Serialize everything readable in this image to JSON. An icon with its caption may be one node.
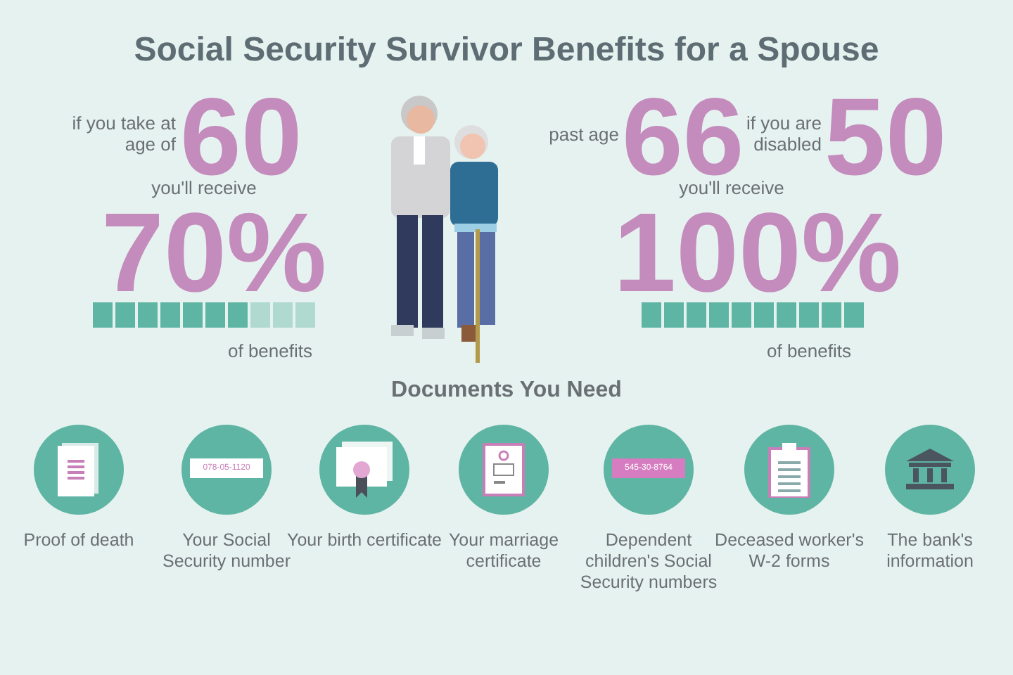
{
  "diagram": {
    "title": "Social Security Survivor Benefits for a Spouse",
    "nodes": [
      {
        "text": [
          "Proof of death"
        ]
      },
      {
        "text": [
          "078-05-1120",
          "Your Social Security number"
        ]
      },
      {
        "text": [
          "Your birth certificate"
        ]
      },
      {
        "text": [
          "Your marriage certificate"
        ]
      },
      {
        "text": [
          "545-30-8764",
          "Dependent children's Social Security numbers"
        ]
      },
      {
        "text": [
          "Deceased worker's W-2 forms"
        ]
      },
      {
        "text": [
          "The bank's information"
        ]
      }
    ],
    "edges": [],
    "labels": [
      "if you take at age of",
      "60",
      "you'll receive",
      "70%",
      "of benefits",
      "past age",
      "66",
      "if you are disabled",
      "50",
      "you'll receive",
      "100%",
      "of benefits",
      "Documents You Need"
    ]
  }
}
